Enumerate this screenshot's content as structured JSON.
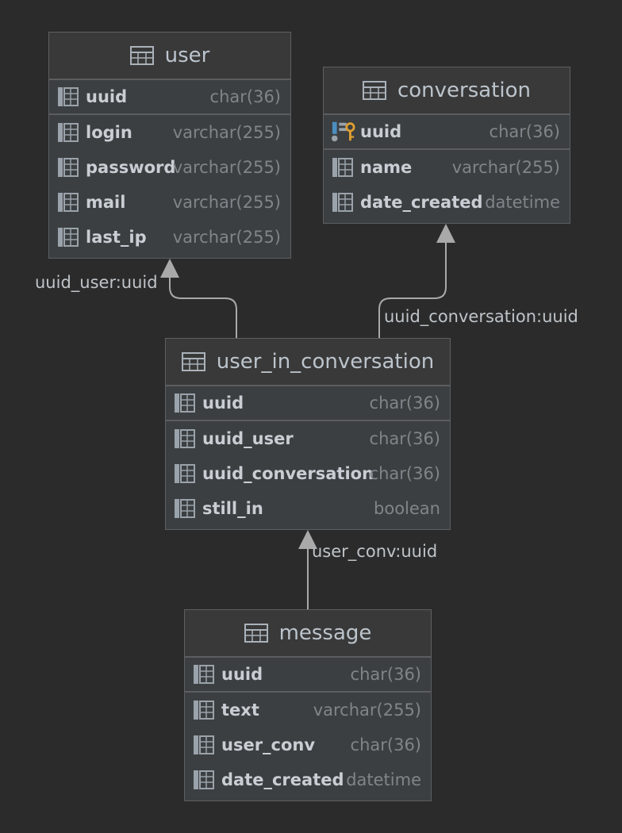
{
  "tables": {
    "user": {
      "name": "user",
      "columns": [
        {
          "name": "uuid",
          "type": "char(36)"
        },
        {
          "name": "login",
          "type": "varchar(255)"
        },
        {
          "name": "password",
          "type": "varchar(255)"
        },
        {
          "name": "mail",
          "type": "varchar(255)"
        },
        {
          "name": "last_ip",
          "type": "varchar(255)"
        }
      ]
    },
    "conversation": {
      "name": "conversation",
      "columns": [
        {
          "name": "uuid",
          "type": "char(36)"
        },
        {
          "name": "name",
          "type": "varchar(255)"
        },
        {
          "name": "date_created",
          "type": "datetime"
        }
      ]
    },
    "user_in_conversation": {
      "name": "user_in_conversation",
      "columns": [
        {
          "name": "uuid",
          "type": "char(36)"
        },
        {
          "name": "uuid_user",
          "type": "char(36)"
        },
        {
          "name": "uuid_conversation",
          "type": "char(36)"
        },
        {
          "name": "still_in",
          "type": "boolean"
        }
      ]
    },
    "message": {
      "name": "message",
      "columns": [
        {
          "name": "uuid",
          "type": "char(36)"
        },
        {
          "name": "text",
          "type": "varchar(255)"
        },
        {
          "name": "user_conv",
          "type": "char(36)"
        },
        {
          "name": "date_created",
          "type": "datetime"
        }
      ]
    }
  },
  "relations": {
    "uic_to_user": "uuid_user:uuid",
    "uic_to_conversation": "uuid_conversation:uuid",
    "message_to_uic": "user_conv:uuid"
  },
  "colors": {
    "background": "#2b2b2b",
    "table_body": "#3c3f41",
    "header": "#393939",
    "edge": "#a9a9a9",
    "key_gold": "#e0a030",
    "key_blue": "#4a8fc0"
  }
}
